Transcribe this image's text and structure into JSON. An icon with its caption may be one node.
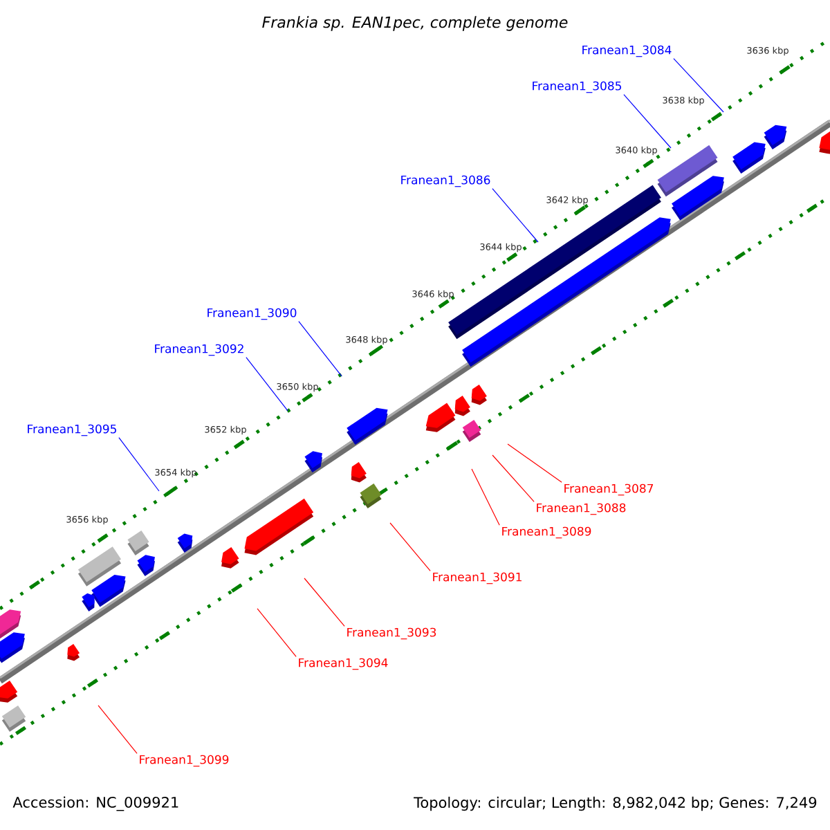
{
  "diagram": {
    "title": "Frankia sp. EAN1pec, complete genome",
    "nodes": [
      {
        "text": [
          "Franean1_3084"
        ]
      },
      {
        "text": [
          "Franean1_3085"
        ]
      },
      {
        "text": [
          "Franean1_3086"
        ]
      },
      {
        "text": [
          "Franean1_3090"
        ]
      },
      {
        "text": [
          "Franean1_3092"
        ]
      },
      {
        "text": [
          "Franean1_3095"
        ]
      },
      {
        "text": [
          "Franean1_3087"
        ]
      },
      {
        "text": [
          "Franean1_3088"
        ]
      },
      {
        "text": [
          "Franean1_3089"
        ]
      },
      {
        "text": [
          "Franean1_3091"
        ]
      },
      {
        "text": [
          "Franean1_3093"
        ]
      },
      {
        "text": [
          "Franean1_3094"
        ]
      },
      {
        "text": [
          "Franean1_3099"
        ]
      }
    ],
    "edges": [
      {
        "from": 0,
        "to": null,
        "arrow": "none",
        "color": "#0000ff"
      },
      {
        "from": 1,
        "to": null,
        "arrow": "none",
        "color": "#0000ff"
      },
      {
        "from": 2,
        "to": null,
        "arrow": "none",
        "color": "#0000ff"
      },
      {
        "from": 3,
        "to": null,
        "arrow": "none",
        "color": "#0000ff"
      },
      {
        "from": 4,
        "to": null,
        "arrow": "none",
        "color": "#0000ff"
      },
      {
        "from": 5,
        "to": null,
        "arrow": "none",
        "color": "#0000ff"
      },
      {
        "from": 6,
        "to": null,
        "arrow": "none"
      },
      {
        "from": 7,
        "to": null,
        "arrow": "none"
      },
      {
        "from": 8,
        "to": null,
        "arrow": "none"
      },
      {
        "from": 9,
        "to": null,
        "arrow": "none"
      },
      {
        "from": 10,
        "to": null,
        "arrow": "none"
      },
      {
        "from": 11,
        "to": null,
        "arrow": "none"
      },
      {
        "from": 12,
        "to": null,
        "arrow": "none"
      }
    ],
    "labels": [
      "3636 kbp",
      "3638 kbp",
      "3640 kbp",
      "3642 kbp",
      "3644 kbp",
      "3646 kbp",
      "3648 kbp",
      "3650 kbp",
      "3652 kbp",
      "3654 kbp",
      "3656 kbp",
      "Accession: NC_009921",
      "Topology: circular; Length: 8,982,042 bp; Genes: 7,249"
    ]
  }
}
